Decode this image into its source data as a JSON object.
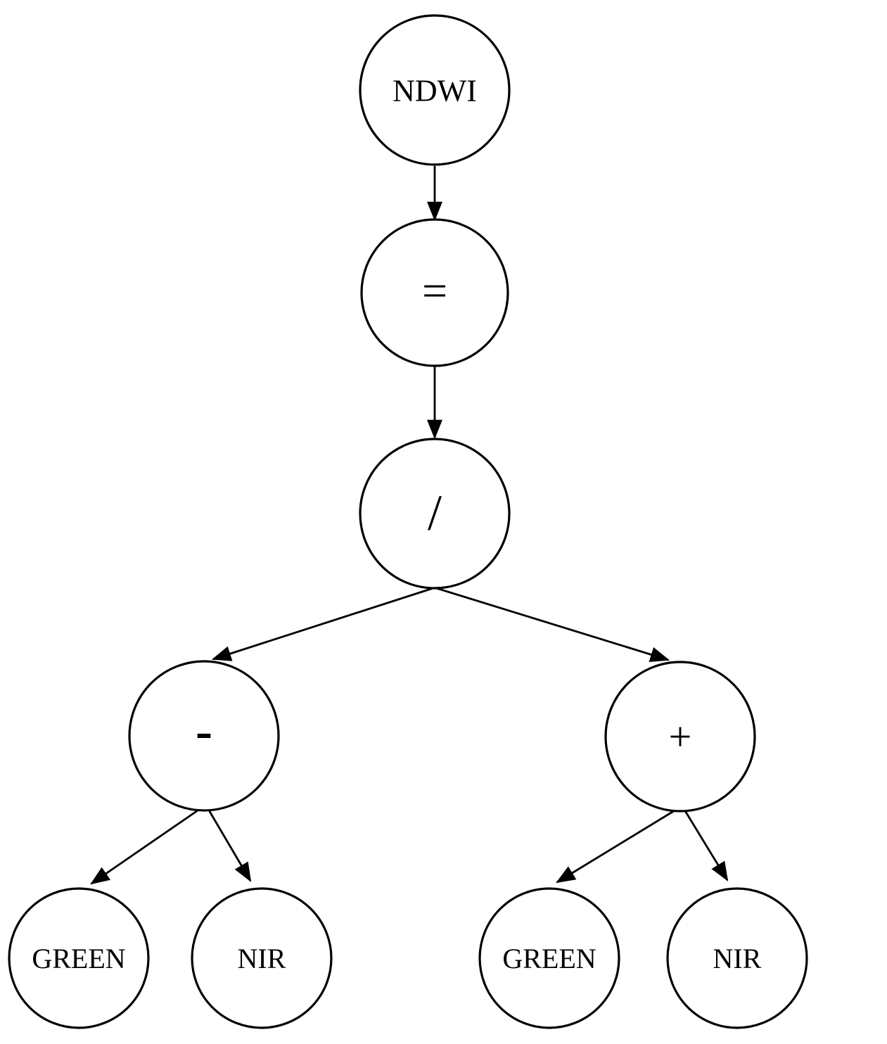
{
  "diagram": {
    "type": "expression-tree",
    "colors": {
      "node_stroke": "#000000",
      "node_fill": "#ffffff",
      "text": "#000000",
      "edge": "#000000"
    },
    "nodes": {
      "ndwi": {
        "label": "NDWI"
      },
      "equals": {
        "label": "="
      },
      "divide": {
        "label": "/"
      },
      "minus": {
        "label": "-"
      },
      "plus": {
        "label": "+"
      },
      "green_left": {
        "label": "GREEN"
      },
      "nir_left": {
        "label": "NIR"
      },
      "green_right": {
        "label": "GREEN"
      },
      "nir_right": {
        "label": "NIR"
      }
    },
    "edges": [
      {
        "from": "ndwi",
        "to": "equals"
      },
      {
        "from": "equals",
        "to": "divide"
      },
      {
        "from": "divide",
        "to": "minus"
      },
      {
        "from": "divide",
        "to": "plus"
      },
      {
        "from": "minus",
        "to": "green_left"
      },
      {
        "from": "minus",
        "to": "nir_left"
      },
      {
        "from": "plus",
        "to": "green_right"
      },
      {
        "from": "plus",
        "to": "nir_right"
      }
    ]
  }
}
